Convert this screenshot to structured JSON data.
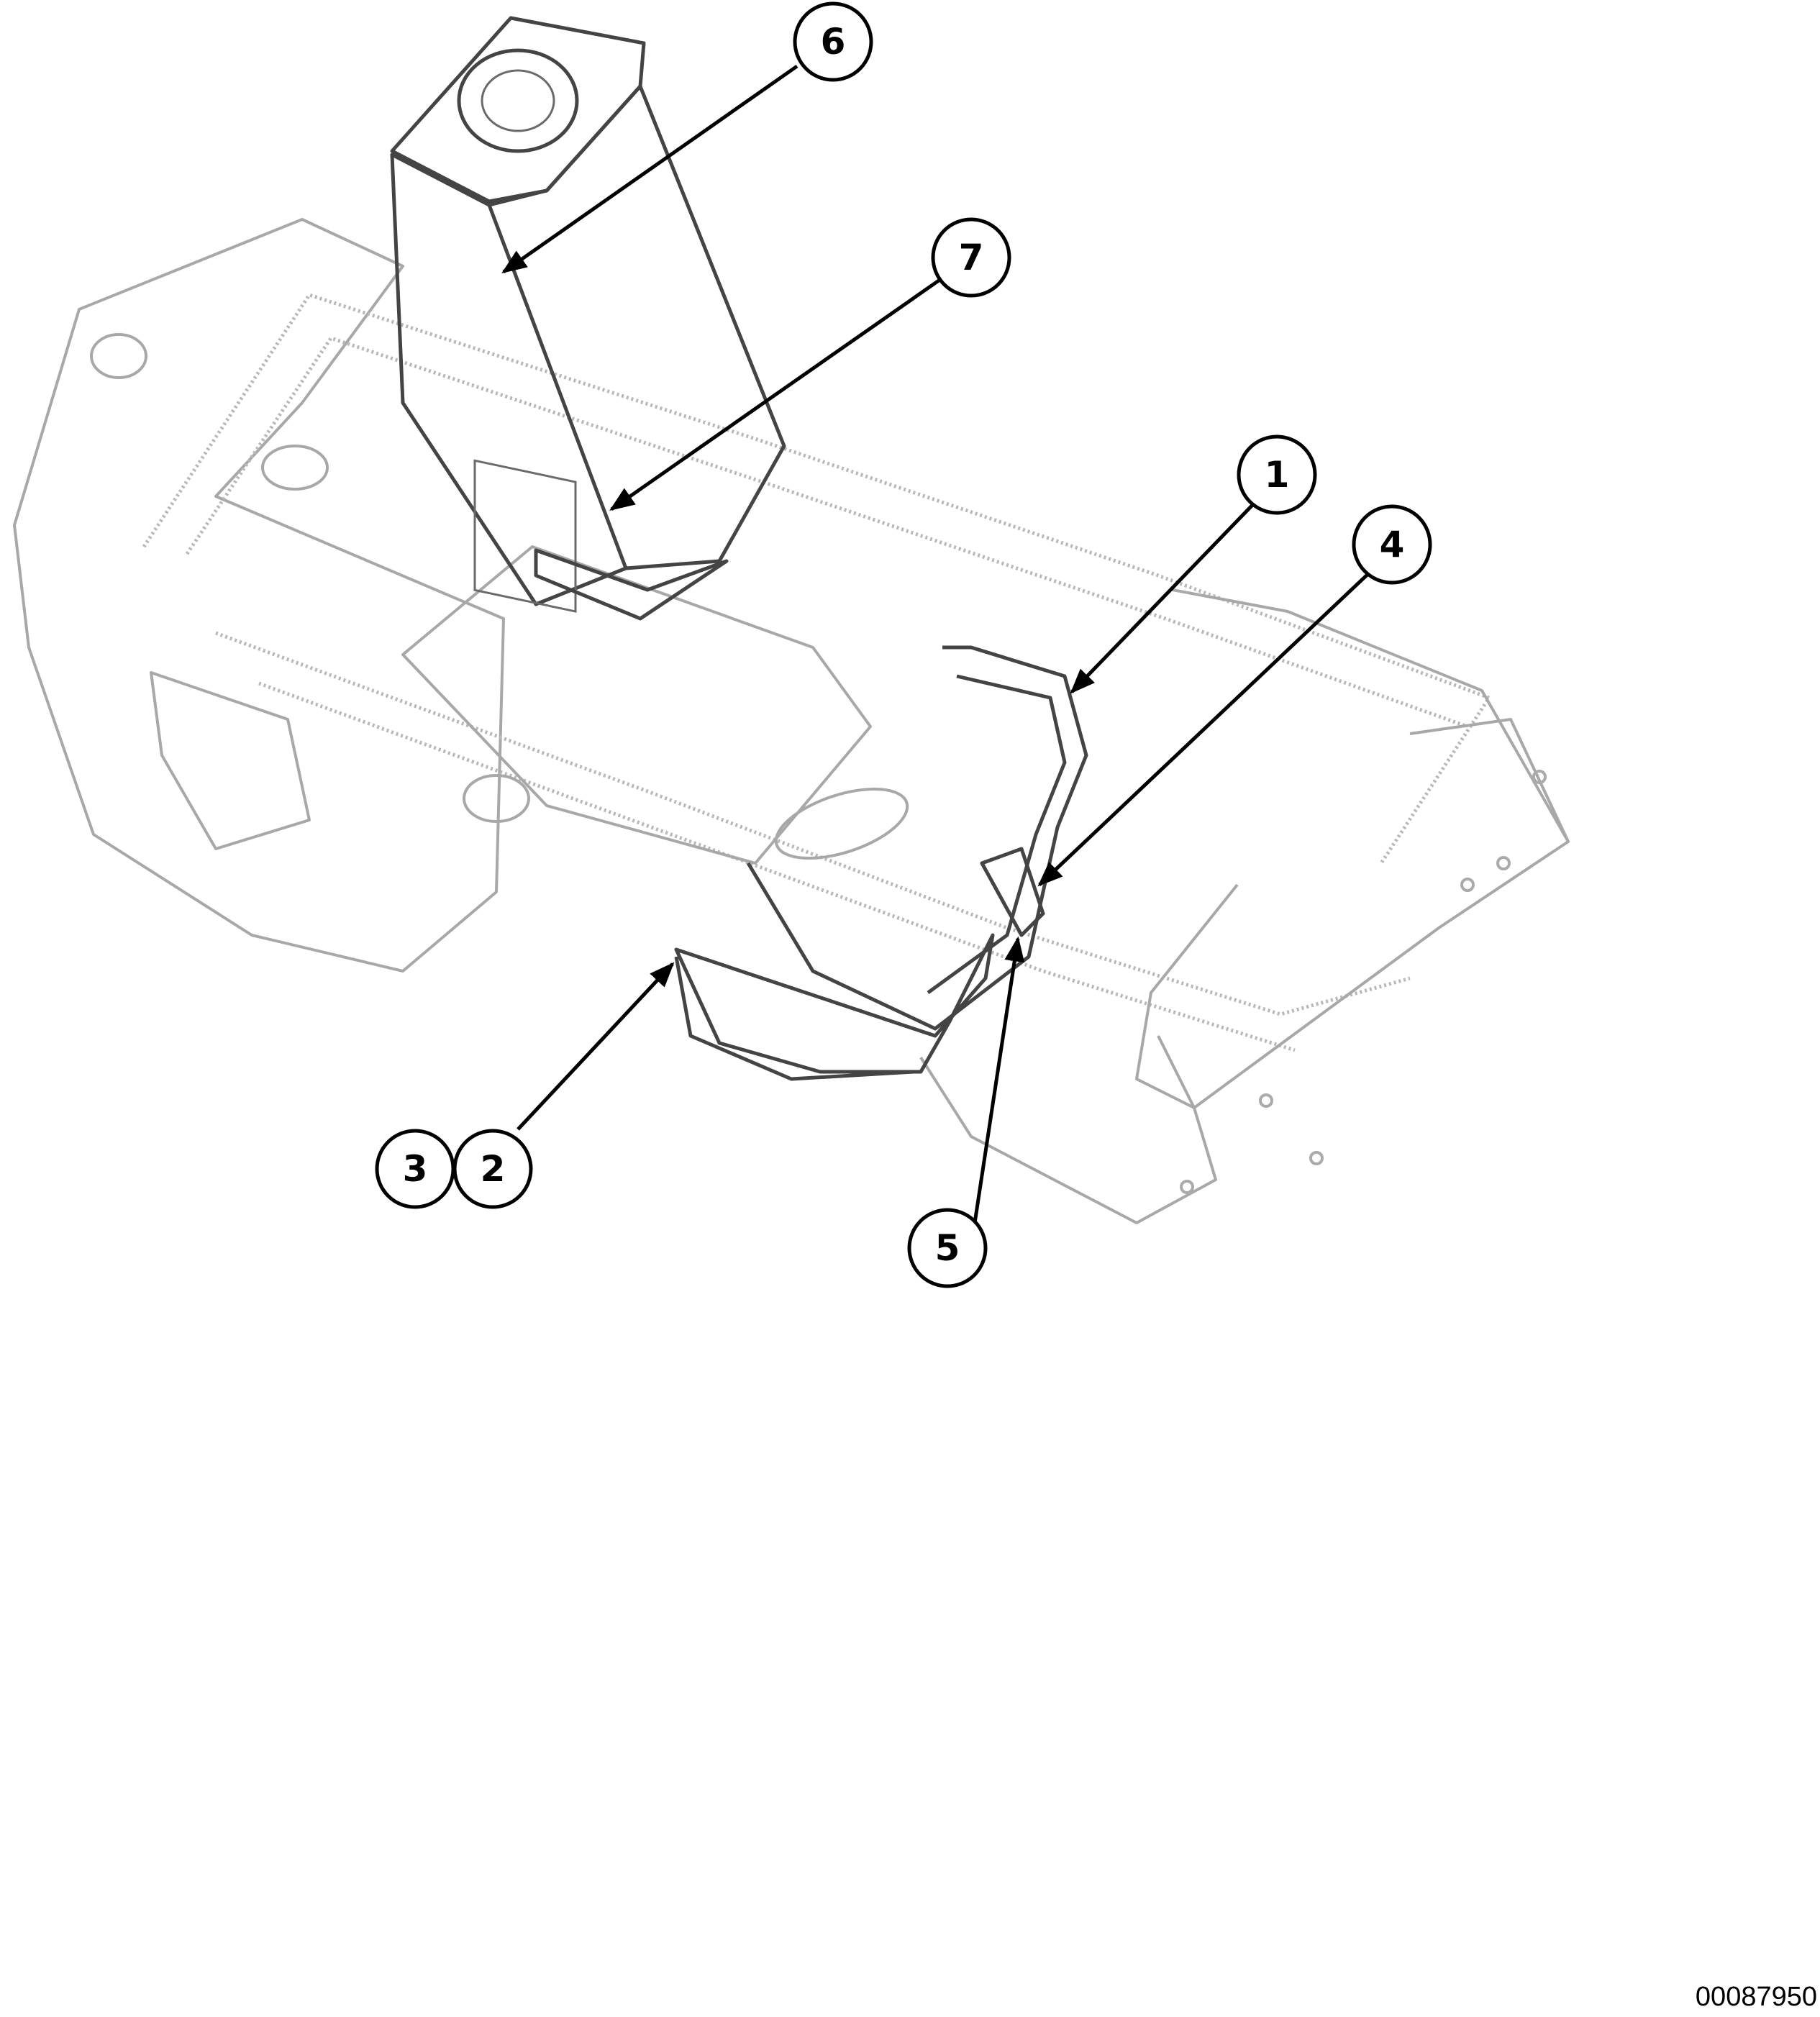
{
  "callouts": [
    {
      "label": "1"
    },
    {
      "label": "2"
    },
    {
      "label": "3"
    },
    {
      "label": "4"
    },
    {
      "label": "5"
    },
    {
      "label": "6"
    },
    {
      "label": "7"
    }
  ],
  "drawing_number": "00087950",
  "colors": {
    "ink": "#000000",
    "frame_gray": "#b8b8b8",
    "background": "#ffffff"
  }
}
